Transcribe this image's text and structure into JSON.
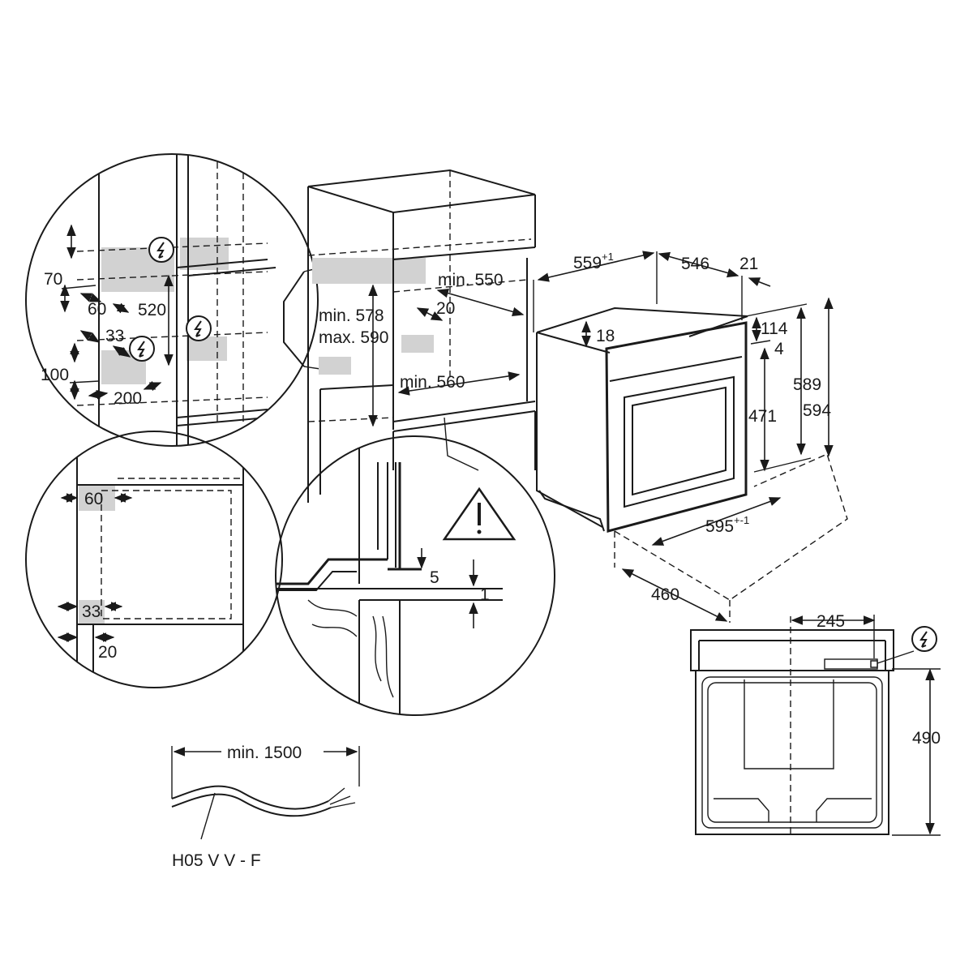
{
  "dimensions": {
    "d70": "70",
    "d60a": "60",
    "d520": "520",
    "d33a": "33",
    "d100": "100",
    "d200": "200",
    "d60b": "60",
    "d33b": "33",
    "d20b": "20",
    "min578": "min. 578",
    "max590": "max. 590",
    "min550": "min. 550",
    "d20": "20",
    "min560": "min. 560",
    "d5": "5",
    "d1": "1",
    "d559": "559",
    "d559_sup": "+1",
    "d546": "546",
    "d21": "21",
    "d18": "18",
    "d114": "114",
    "d4": "4",
    "d589": "589",
    "d594": "594",
    "d471": "471",
    "d595": "595",
    "d595_sup": "+-1",
    "d460": "460",
    "d245": "245",
    "d490": "490",
    "min1500": "min. 1500"
  },
  "cable_label": "H05 V V - F",
  "icons": [
    "electrical-connection-icon",
    "warning-triangle-icon"
  ],
  "colors": {
    "line": "#1a1a1a",
    "hatch": "#d2d2d2",
    "background": "#ffffff"
  }
}
